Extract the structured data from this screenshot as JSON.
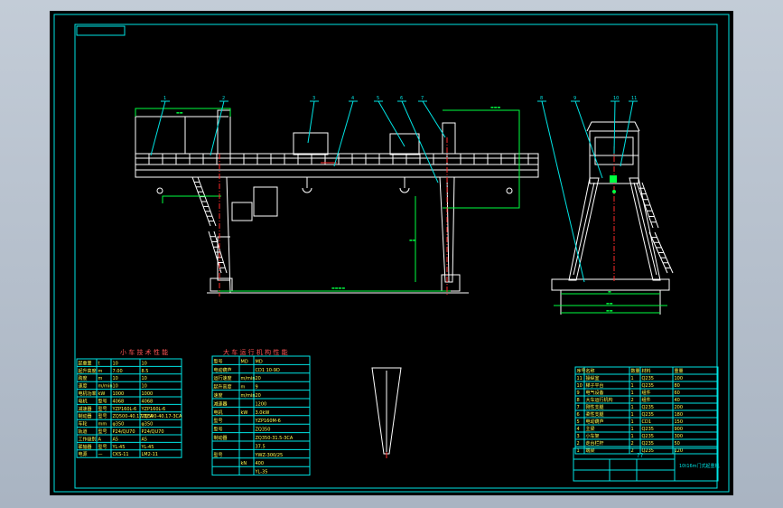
{
  "colors": {
    "background": "#000000",
    "frame": "#00e5e5",
    "drawing": "#ffffff",
    "dimension": "#00ff40",
    "centerline": "#ff2a2a",
    "tableText": "#ffff55"
  },
  "callouts": [
    "1",
    "2",
    "3",
    "4",
    "5",
    "6",
    "7",
    "8",
    "9",
    "10",
    "11"
  ],
  "dimensions": {
    "top_left": "▬▬",
    "top_right": "▬▬▬",
    "span": "▬▬▬▬",
    "height": "▬▬",
    "side_a": "▬",
    "side_b": "▬▬",
    "side_c": "▬▬"
  },
  "tables": {
    "left_title": "小 车 技 术 性 能",
    "right_title": "大 车 运 行 机 构 性 能",
    "left_rows": [
      [
        "起重量",
        "t",
        "10",
        "10"
      ],
      [
        "起升高度",
        "m",
        "7.00",
        "8.5"
      ],
      [
        "跨度",
        "m",
        "10",
        "10"
      ],
      [
        "速度",
        "m/min",
        "10",
        "10"
      ],
      [
        "电机功率",
        "kW",
        "1000",
        "1000"
      ],
      [
        "电机",
        "型号",
        "4068",
        "4068"
      ],
      [
        "减速器",
        "型号",
        "YZP160L-6",
        "YZP160L-6"
      ],
      [
        "制动器",
        "型号",
        "ZQ500-40.17-3CA",
        "ZQ500-40.17-3CA"
      ],
      [
        "车轮",
        "mm",
        "φ350",
        "φ350"
      ],
      [
        "轨道",
        "型号",
        "P24/QU70",
        "P24/QU70"
      ],
      [
        "工作级别",
        "A",
        "A5",
        "A5"
      ],
      [
        "联轴器",
        "型号",
        "YL-45",
        "YL-45"
      ],
      [
        "电源",
        "—",
        "CKS-11",
        "LM2-11"
      ]
    ],
    "right_rows": [
      [
        "型号",
        "MD",
        "MD"
      ],
      [
        "电动葫芦",
        "",
        "CD1 10-9D"
      ],
      [
        "运行速度",
        "m/min",
        "20"
      ],
      [
        "起升高度",
        "m",
        "9"
      ],
      [
        "速度",
        "m/min",
        "20"
      ],
      [
        "减速器",
        "",
        "1200"
      ],
      [
        "电机",
        "kW",
        "3.0kW"
      ],
      [
        "型号",
        "",
        "YZP160M-6"
      ],
      [
        "型号",
        "",
        "ZQ350"
      ],
      [
        "制动器",
        "",
        "ZQ350-31.5-3CA"
      ],
      [
        "",
        "",
        "37.5"
      ],
      [
        "型号",
        "",
        "YWZ-300/25"
      ],
      [
        "",
        "kN",
        "400"
      ],
      [
        "",
        "",
        "YL-35"
      ]
    ],
    "bill_rows": [
      [
        "11",
        "操纵室",
        "1",
        "Q235",
        "100"
      ],
      [
        "10",
        "梯子平台",
        "1",
        "Q235",
        "80"
      ],
      [
        "9",
        "电气设备",
        "1",
        "组件",
        "60"
      ],
      [
        "8",
        "大车运行机构",
        "2",
        "组件",
        "40"
      ],
      [
        "7",
        "刚性支腿",
        "1",
        "Q235",
        "200"
      ],
      [
        "6",
        "柔性支腿",
        "1",
        "Q235",
        "180"
      ],
      [
        "5",
        "电动葫芦",
        "1",
        "CD1",
        "150"
      ],
      [
        "4",
        "主梁",
        "1",
        "Q235",
        "900"
      ],
      [
        "3",
        "小车架",
        "1",
        "Q235",
        "300"
      ],
      [
        "2",
        "走台栏杆",
        "2",
        "Q235",
        "50"
      ],
      [
        "1",
        "端梁",
        "2",
        "Q235",
        "120"
      ]
    ],
    "bill_header": [
      "序号",
      "名称",
      "数量",
      "材料",
      "重量"
    ],
    "title_block": {
      "drawing_name": "??",
      "drawing_no": "10t16m门式起重机"
    }
  }
}
